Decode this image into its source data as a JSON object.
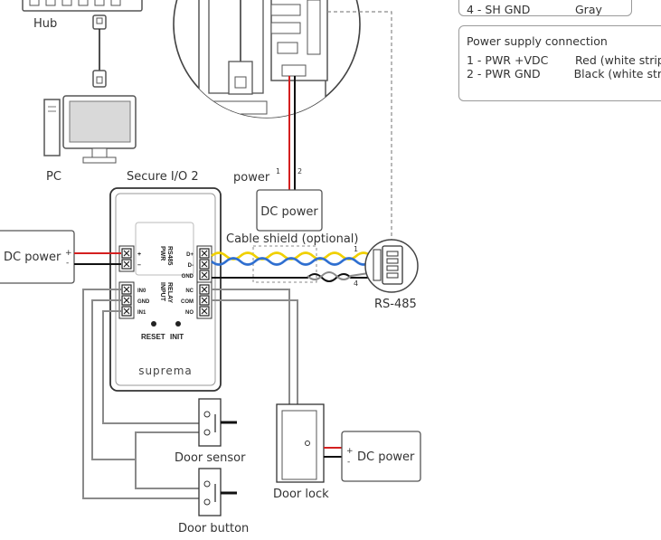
{
  "labels": {
    "hub": "Hub",
    "pc": "PC",
    "secure_io": "Secure I/O 2",
    "power_top": "power",
    "dc_power_top": "DC power",
    "cable_shield": "Cable shield (optional)",
    "dc_power_left": "DC power",
    "rs485": "RS-485",
    "door_sensor": "Door sensor",
    "door_lock": "Door lock",
    "dc_power_right": "DC power",
    "door_button": "Door button",
    "reset": "RESET",
    "init": "INIT",
    "brand": "suprema",
    "wire_1": "1",
    "wire_2": "2",
    "wire_1b": "1",
    "wire_4": "4",
    "plus": "+",
    "minus": "-"
  },
  "terminals": {
    "pwr": [
      "+",
      "–"
    ],
    "pwr_label": "PWR",
    "rs485_label": "RS485",
    "rs485": [
      "D+",
      "D-",
      "GND"
    ],
    "input_label": "INPUT",
    "input": [
      "IN0",
      "GND",
      "IN1"
    ],
    "relay_label": "RELAY",
    "relay": [
      "NC",
      "COM",
      "NO"
    ]
  },
  "sh_gnd_panel": {
    "row": {
      "pin": "4 - SH GND",
      "color": "Gray"
    }
  },
  "power_panel": {
    "title": "Power supply connection",
    "rows": [
      {
        "pin": "1 - PWR +VDC",
        "color": "Red (white stripe)"
      },
      {
        "pin": "2 - PWR GND",
        "color": "Black (white stripe)"
      }
    ]
  },
  "colors": {
    "red": "#d42020",
    "black": "#111111",
    "yellow": "#f0d000",
    "blue": "#2f6fd0",
    "gray_wire": "#8a8a8a",
    "dashed": "#8a8a8a",
    "outline": "#555555"
  }
}
